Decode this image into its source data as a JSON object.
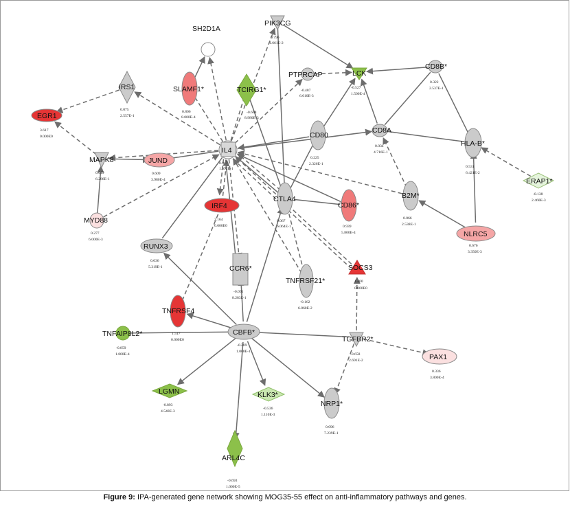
{
  "figure": {
    "caption_label": "Figure 9:",
    "caption_text": "IPA-generated gene network showing MOG35-55 effect on anti-inflammatory pathways and genes."
  },
  "colors": {
    "gray": "#cbcbcb",
    "red_dark": "#e53535",
    "red_mid": "#f07a7a",
    "red_light": "#f5a6a6",
    "pink_pale": "#fbe0e0",
    "green": "#8cc04a",
    "green_pale": "#e5f4dc",
    "outline": "#8a8a8a"
  },
  "nodes": {
    "SH2D1A": {
      "label": "SH2D1A",
      "fold": "",
      "pvalue": ""
    },
    "PIK3CG": {
      "label": "PIK3CG",
      "fold": "0.796",
      "pvalue": "1.661E-2"
    },
    "SLAMF1": {
      "label": "SLAMF1*",
      "fold": "0.806",
      "pvalue": "8.000E-4"
    },
    "TCIRG1": {
      "label": "TCIRG1*",
      "fold": "-0.608",
      "pvalue": "8.980E-3"
    },
    "PTPRCAP": {
      "label": "PTPRCAP",
      "fold": "-0.487",
      "pvalue": "6.010E-3"
    },
    "LCK": {
      "label": "LCK",
      "fold": "-0.527",
      "pvalue": "1.500E-4"
    },
    "CD8B": {
      "label": "CD8B*",
      "fold": "0.322",
      "pvalue": "2.537E-1"
    },
    "IRS1": {
      "label": "IRS1",
      "fold": "0.075",
      "pvalue": "2.557E-1"
    },
    "EGR1": {
      "label": "EGR1",
      "fold": "3.617",
      "pvalue": "0.000E0"
    },
    "IL4": {
      "label": "IL4",
      "fold": "0.017",
      "pvalue": "1.692E-1"
    },
    "CD80": {
      "label": "CD80",
      "fold": "0.225",
      "pvalue": "2.326E-1"
    },
    "CD8A": {
      "label": "CD8A",
      "fold": "0.034",
      "pvalue": "4.716E-1"
    },
    "HLAB": {
      "label": "HLA-B*",
      "fold": "0.531",
      "pvalue": "6.421E-2"
    },
    "ERAP1": {
      "label": "ERAP1*",
      "fold": "-0.138",
      "pvalue": "2.460E-3"
    },
    "MAPK8": {
      "label": "MAPK8",
      "fold": "0.019",
      "pvalue": "6.286E-1"
    },
    "JUND": {
      "label": "JUND",
      "fold": "0.609",
      "pvalue": "3.980E-4"
    },
    "CTLA4": {
      "label": "CTLA4",
      "fold": "0.067",
      "pvalue": "6.064E-1"
    },
    "IRF4": {
      "label": "IRF4",
      "fold": "2.164",
      "pvalue": "0.000E0"
    },
    "CD86": {
      "label": "CD86*",
      "fold": "0.939",
      "pvalue": "5.800E-4"
    },
    "B2M": {
      "label": "B2M*",
      "fold": "0.066",
      "pvalue": "2.538E-1"
    },
    "MYD88": {
      "label": "MYD88",
      "fold": "0.277",
      "pvalue": "6.000E-3"
    },
    "NLRC5": {
      "label": "NLRC5",
      "fold": "0.676",
      "pvalue": "3.350E-3"
    },
    "RUNX3": {
      "label": "RUNX3",
      "fold": "0.036",
      "pvalue": "5.319E-1"
    },
    "CCR6": {
      "label": "CCR6*",
      "fold": "-0.091",
      "pvalue": "8.283E-1"
    },
    "SOCS3": {
      "label": "SOCS3",
      "fold": "1.400",
      "pvalue": "0.000E0"
    },
    "TNFRSF21": {
      "label": "TNFRSF21*",
      "fold": "-0.162",
      "pvalue": "6.860E-2"
    },
    "TNFRSF4": {
      "label": "TNFRSF4",
      "fold": "1.517",
      "pvalue": "0.000E0"
    },
    "TNFAIP8L2": {
      "label": "TNFAIP8L2*",
      "fold": "-0.859",
      "pvalue": "1.800E-4"
    },
    "CBFB": {
      "label": "CBFB*",
      "fold": "-0.269",
      "pvalue": "1.008E-1"
    },
    "TGFBR2": {
      "label": "TGFBR2*",
      "fold": "-0.658",
      "pvalue": "2.691E-2"
    },
    "PAX1": {
      "label": "PAX1",
      "fold": "0.336",
      "pvalue": "3.800E-4"
    },
    "LGMN": {
      "label": "LGMN",
      "fold": "-0.893",
      "pvalue": "4.540E-3"
    },
    "KLK3": {
      "label": "KLK3*",
      "fold": "-0.536",
      "pvalue": "1.110E-3"
    },
    "NRP1": {
      "label": "NRP1*",
      "fold": "0.096",
      "pvalue": "7.239E-1"
    },
    "ARL4C": {
      "label": "ARL4C",
      "fold": "-0.693",
      "pvalue": "1.000E-5"
    }
  },
  "edges": [
    {
      "from": "SLAMF1",
      "to": "SH2D1A",
      "style": "solid",
      "arrow": true
    },
    {
      "from": "IL4",
      "to": "SH2D1A",
      "style": "dashed",
      "arrow": true
    },
    {
      "from": "IL4",
      "to": "PIK3CG",
      "style": "dashed",
      "arrow": true
    },
    {
      "from": "PIK3CG",
      "to": "CTLA4",
      "style": "solid",
      "arrow": false
    },
    {
      "from": "PIK3CG",
      "to": "LCK",
      "style": "solid",
      "arrow": true
    },
    {
      "from": "IL4",
      "to": "SLAMF1",
      "style": "dashed",
      "arrow": false
    },
    {
      "from": "IL4",
      "to": "TCIRG1",
      "style": "dashed",
      "arrow": false
    },
    {
      "from": "TCIRG1",
      "to": "CTLA4",
      "style": "solid",
      "arrow": false
    },
    {
      "from": "IL4",
      "to": "PTPRCAP",
      "style": "dashed",
      "arrow": true
    },
    {
      "from": "PTPRCAP",
      "to": "LCK",
      "style": "dashed",
      "arrow": true
    },
    {
      "from": "CD8B",
      "to": "LCK",
      "style": "solid",
      "arrow": true
    },
    {
      "from": "CD8A",
      "to": "LCK",
      "style": "solid",
      "arrow": true
    },
    {
      "from": "CD80",
      "to": "LCK",
      "style": "solid",
      "arrow": true
    },
    {
      "from": "CD8B",
      "to": "CD8A",
      "style": "solid",
      "arrow": false
    },
    {
      "from": "CD8B",
      "to": "HLAB",
      "style": "solid",
      "arrow": false
    },
    {
      "from": "CD8A",
      "to": "HLAB",
      "style": "solid",
      "arrow": false
    },
    {
      "from": "ERAP1",
      "to": "HLAB",
      "style": "dashed",
      "arrow": true
    },
    {
      "from": "NLRC5",
      "to": "HLAB",
      "style": "solid",
      "arrow": true
    },
    {
      "from": "NLRC5",
      "to": "B2M",
      "style": "solid",
      "arrow": true
    },
    {
      "from": "B2M",
      "to": "CD8A",
      "style": "dashed",
      "arrow": true
    },
    {
      "from": "IL4",
      "to": "CD8A",
      "style": "solid",
      "arrow": true
    },
    {
      "from": "IL4",
      "to": "IRS1",
      "style": "dashed",
      "arrow": true
    },
    {
      "from": "IRS1",
      "to": "EGR1",
      "style": "dashed",
      "arrow": true
    },
    {
      "from": "MAPK8",
      "to": "EGR1",
      "style": "dashed",
      "arrow": true
    },
    {
      "from": "IL4",
      "to": "MAPK8",
      "style": "dashed",
      "arrow": true
    },
    {
      "from": "MAPK8",
      "to": "JUND",
      "style": "solid",
      "arrow": true
    },
    {
      "from": "JUND",
      "to": "IL4",
      "style": "solid",
      "arrow": false
    },
    {
      "from": "MYD88",
      "to": "MAPK8",
      "style": "solid",
      "arrow": true
    },
    {
      "from": "MYD88",
      "to": "IL4",
      "style": "dashed",
      "arrow": true
    },
    {
      "from": "IRF4",
      "to": "IL4",
      "style": "dashed",
      "arrow": true
    },
    {
      "from": "IL4",
      "to": "IRF4",
      "style": "dashed",
      "arrow": true
    },
    {
      "from": "IL4",
      "to": "CTLA4",
      "style": "solid",
      "arrow": false
    },
    {
      "from": "CTLA4",
      "to": "IL4",
      "style": "dashed",
      "arrow": true
    },
    {
      "from": "CD80",
      "to": "IL4",
      "style": "solid",
      "arrow": true
    },
    {
      "from": "CD86",
      "to": "IL4",
      "style": "solid",
      "arrow": true
    },
    {
      "from": "B2M",
      "to": "IL4",
      "style": "dashed",
      "arrow": true
    },
    {
      "from": "SOCS3",
      "to": "IL4",
      "style": "dashed",
      "arrow": true
    },
    {
      "from": "CD80",
      "to": "CTLA4",
      "style": "solid",
      "arrow": false
    },
    {
      "from": "CD86",
      "to": "CTLA4",
      "style": "solid",
      "arrow": false
    },
    {
      "from": "CTLA4",
      "to": "TNFRSF21",
      "style": "dashed",
      "arrow": false
    },
    {
      "from": "TNFRSF21",
      "to": "IL4",
      "style": "dashed",
      "arrow": true
    },
    {
      "from": "IL4",
      "to": "RUNX3",
      "style": "solid",
      "arrow": false
    },
    {
      "from": "IL4",
      "to": "CCR6",
      "style": "dashed",
      "arrow": true
    },
    {
      "from": "IL4",
      "to": "CCR6",
      "style": "solid",
      "arrow": false
    },
    {
      "from": "IRF4",
      "to": "TNFRSF4",
      "style": "dashed",
      "arrow": false
    },
    {
      "from": "CBFB",
      "to": "CTLA4",
      "style": "solid",
      "arrow": true
    },
    {
      "from": "CBFB",
      "to": "RUNX3",
      "style": "solid",
      "arrow": true
    },
    {
      "from": "CBFB",
      "to": "CCR6",
      "style": "solid",
      "arrow": true
    },
    {
      "from": "CBFB",
      "to": "TNFRSF4",
      "style": "solid",
      "arrow": true
    },
    {
      "from": "CBFB",
      "to": "TNFAIP8L2",
      "style": "solid",
      "arrow": false
    },
    {
      "from": "CBFB",
      "to": "LGMN",
      "style": "solid",
      "arrow": true
    },
    {
      "from": "CBFB",
      "to": "KLK3",
      "style": "solid",
      "arrow": true
    },
    {
      "from": "CBFB",
      "to": "NRP1",
      "style": "solid",
      "arrow": true
    },
    {
      "from": "CBFB",
      "to": "ARL4C",
      "style": "solid",
      "arrow": true
    },
    {
      "from": "CBFB",
      "to": "TGFBR2",
      "style": "solid",
      "arrow": false
    },
    {
      "from": "TGFBR2",
      "to": "SOCS3",
      "style": "dashed",
      "arrow": true
    },
    {
      "from": "TGFBR2",
      "to": "PAX1",
      "style": "dashed",
      "arrow": true
    },
    {
      "from": "TGFBR2",
      "to": "NRP1",
      "style": "dashed",
      "arrow": true
    },
    {
      "from": "IL4",
      "to": "SOCS3",
      "style": "dashed",
      "arrow": false
    }
  ]
}
